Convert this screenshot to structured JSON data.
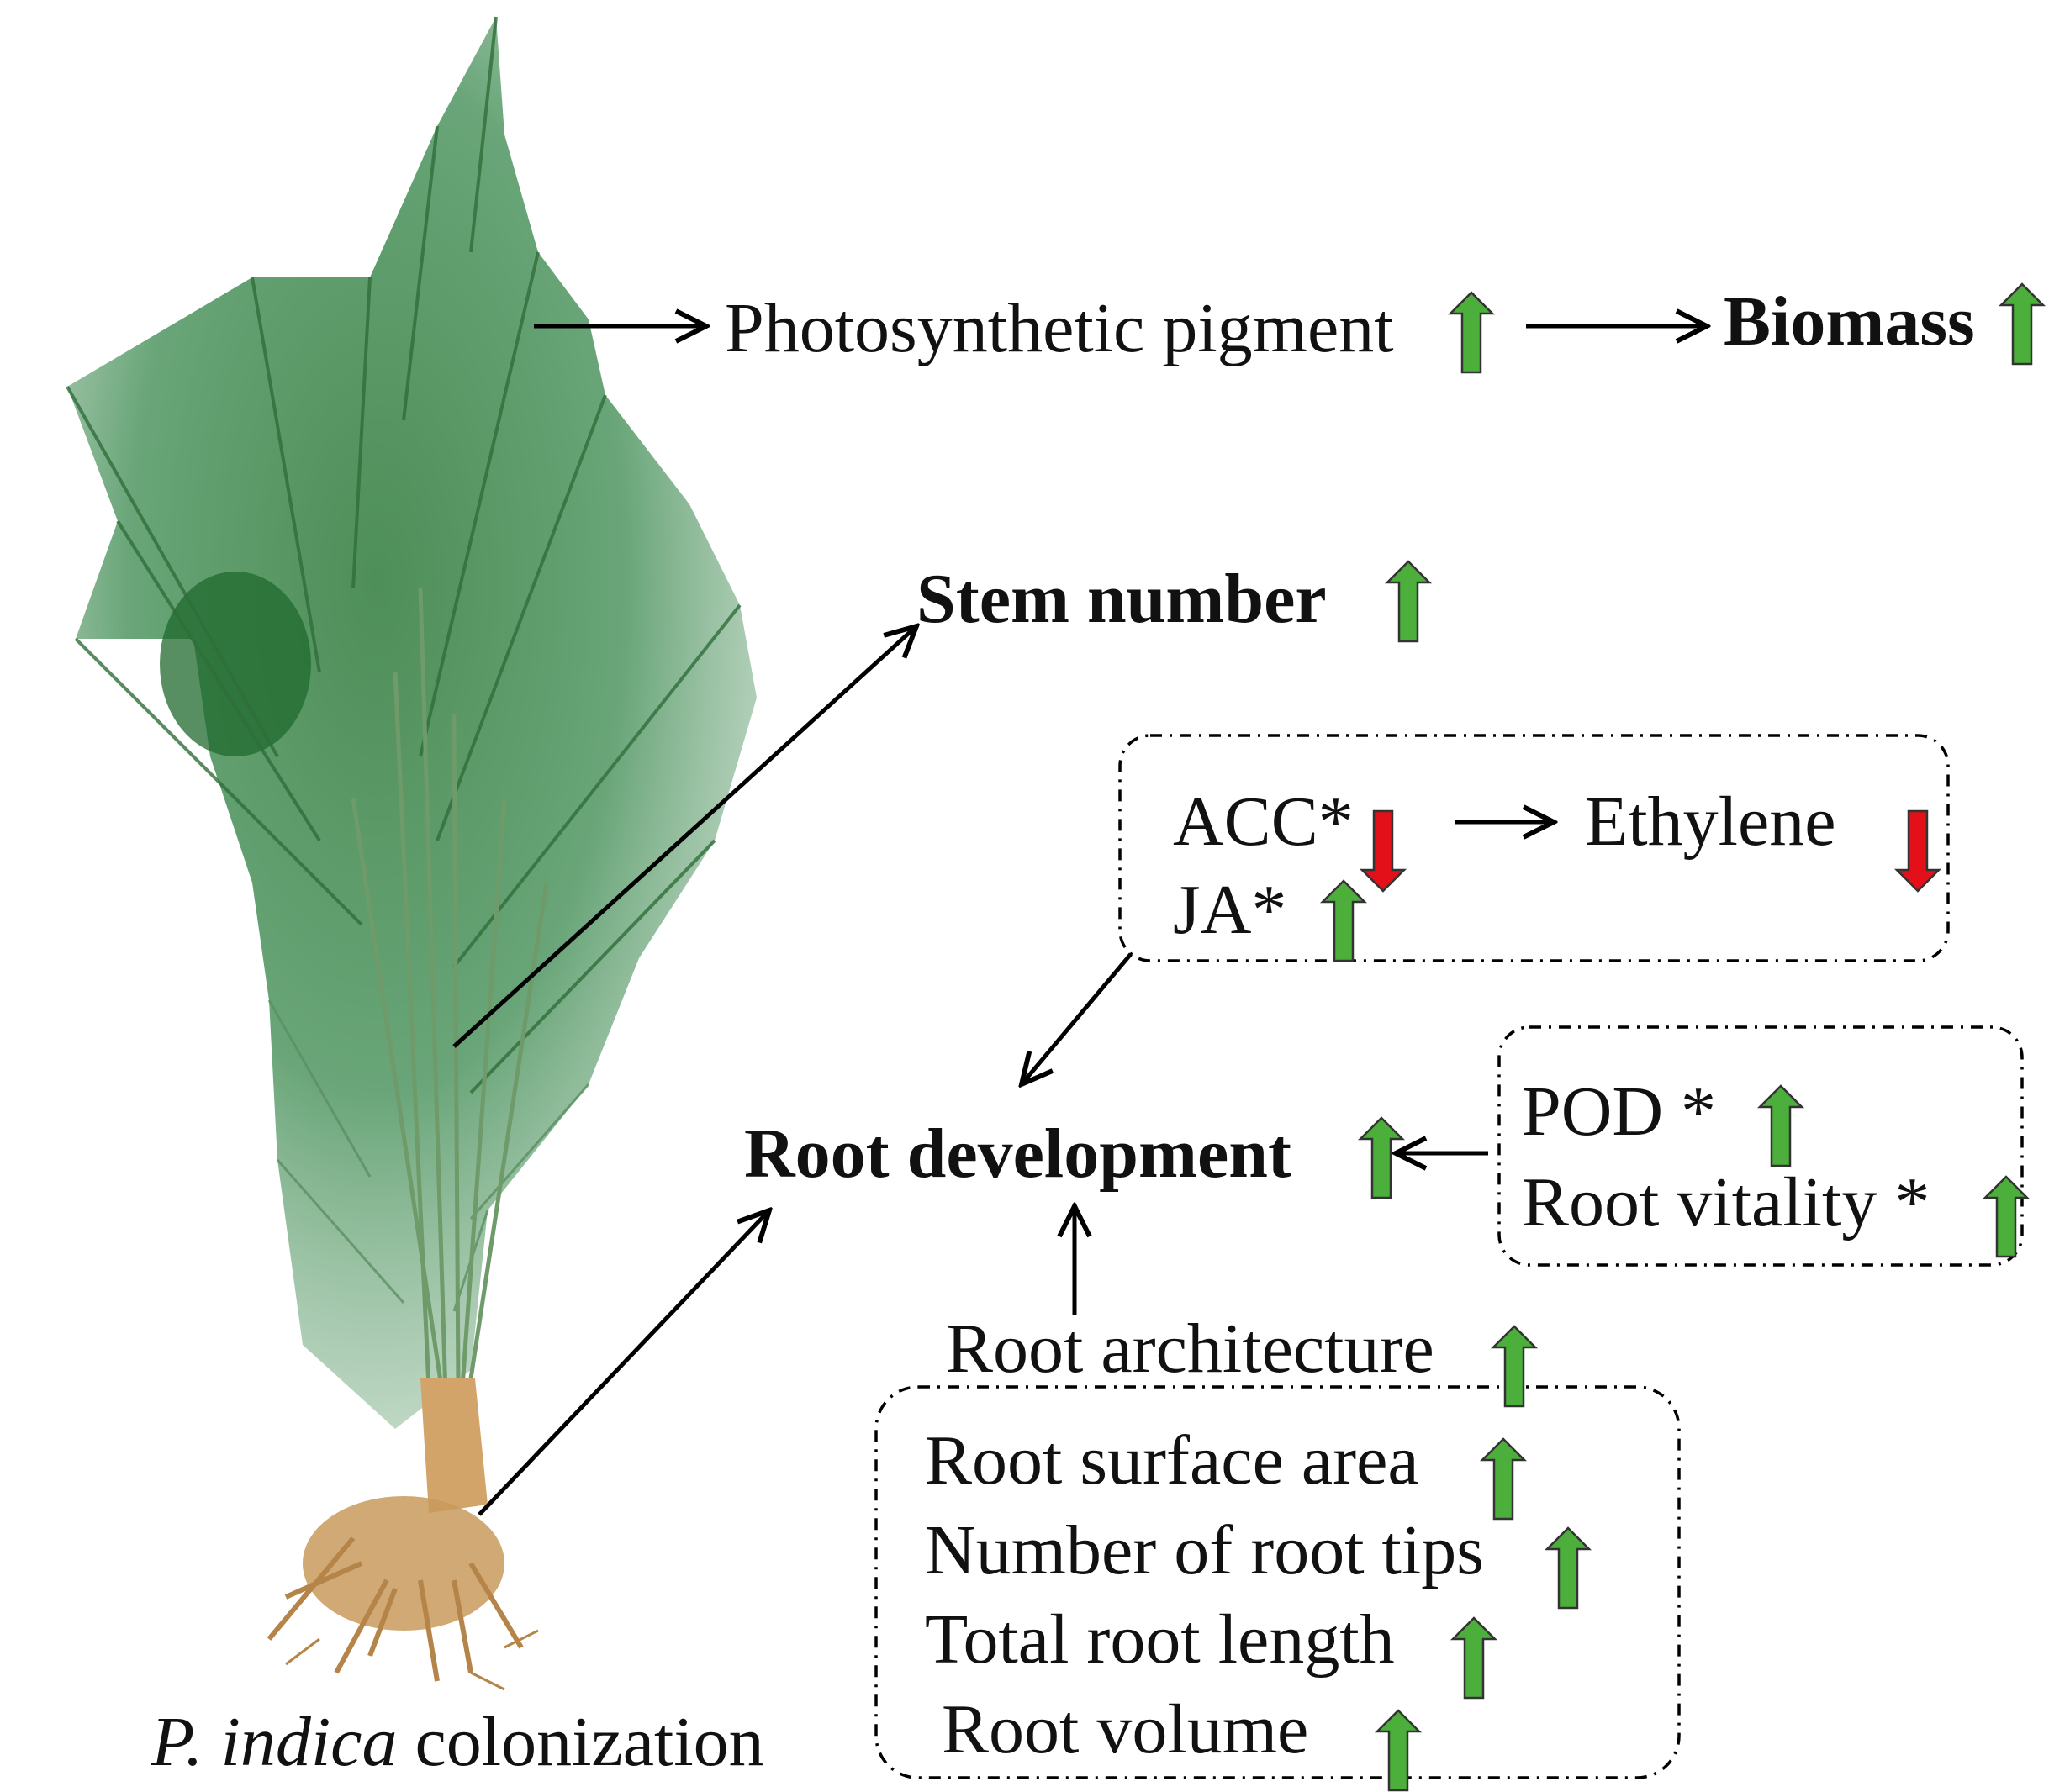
{
  "colors": {
    "up_arrow": "#4caf3c",
    "down_arrow": "#e3101a",
    "plant_foliage": "#3f8a4a",
    "plant_root": "#c99a5c"
  },
  "labels": {
    "colonization_species": "P. indica",
    "colonization_suffix": " colonization",
    "photosynthetic_pigment": "Photosynthetic pigment",
    "biomass": "Biomass",
    "stem_number": "Stem number",
    "acc": "ACC*",
    "ethylene": "Ethylene",
    "ja": "JA*",
    "root_development": "Root development",
    "pod": "POD *",
    "root_vitality": "Root vitality *",
    "root_architecture": "Root architecture",
    "root_surface_area": "Root surface area",
    "number_of_root_tips": "Number of root tips",
    "total_root_length": "Total root length",
    "root_volume": "Root volume"
  },
  "trends": {
    "photosynthetic_pigment": "up",
    "biomass": "up",
    "stem_number": "up",
    "acc": "down",
    "ethylene": "down",
    "ja": "up",
    "root_development": "up",
    "pod": "up",
    "root_vitality": "up",
    "root_architecture": "up",
    "root_surface_area": "up",
    "number_of_root_tips": "up",
    "total_root_length": "up",
    "root_volume": "up"
  }
}
